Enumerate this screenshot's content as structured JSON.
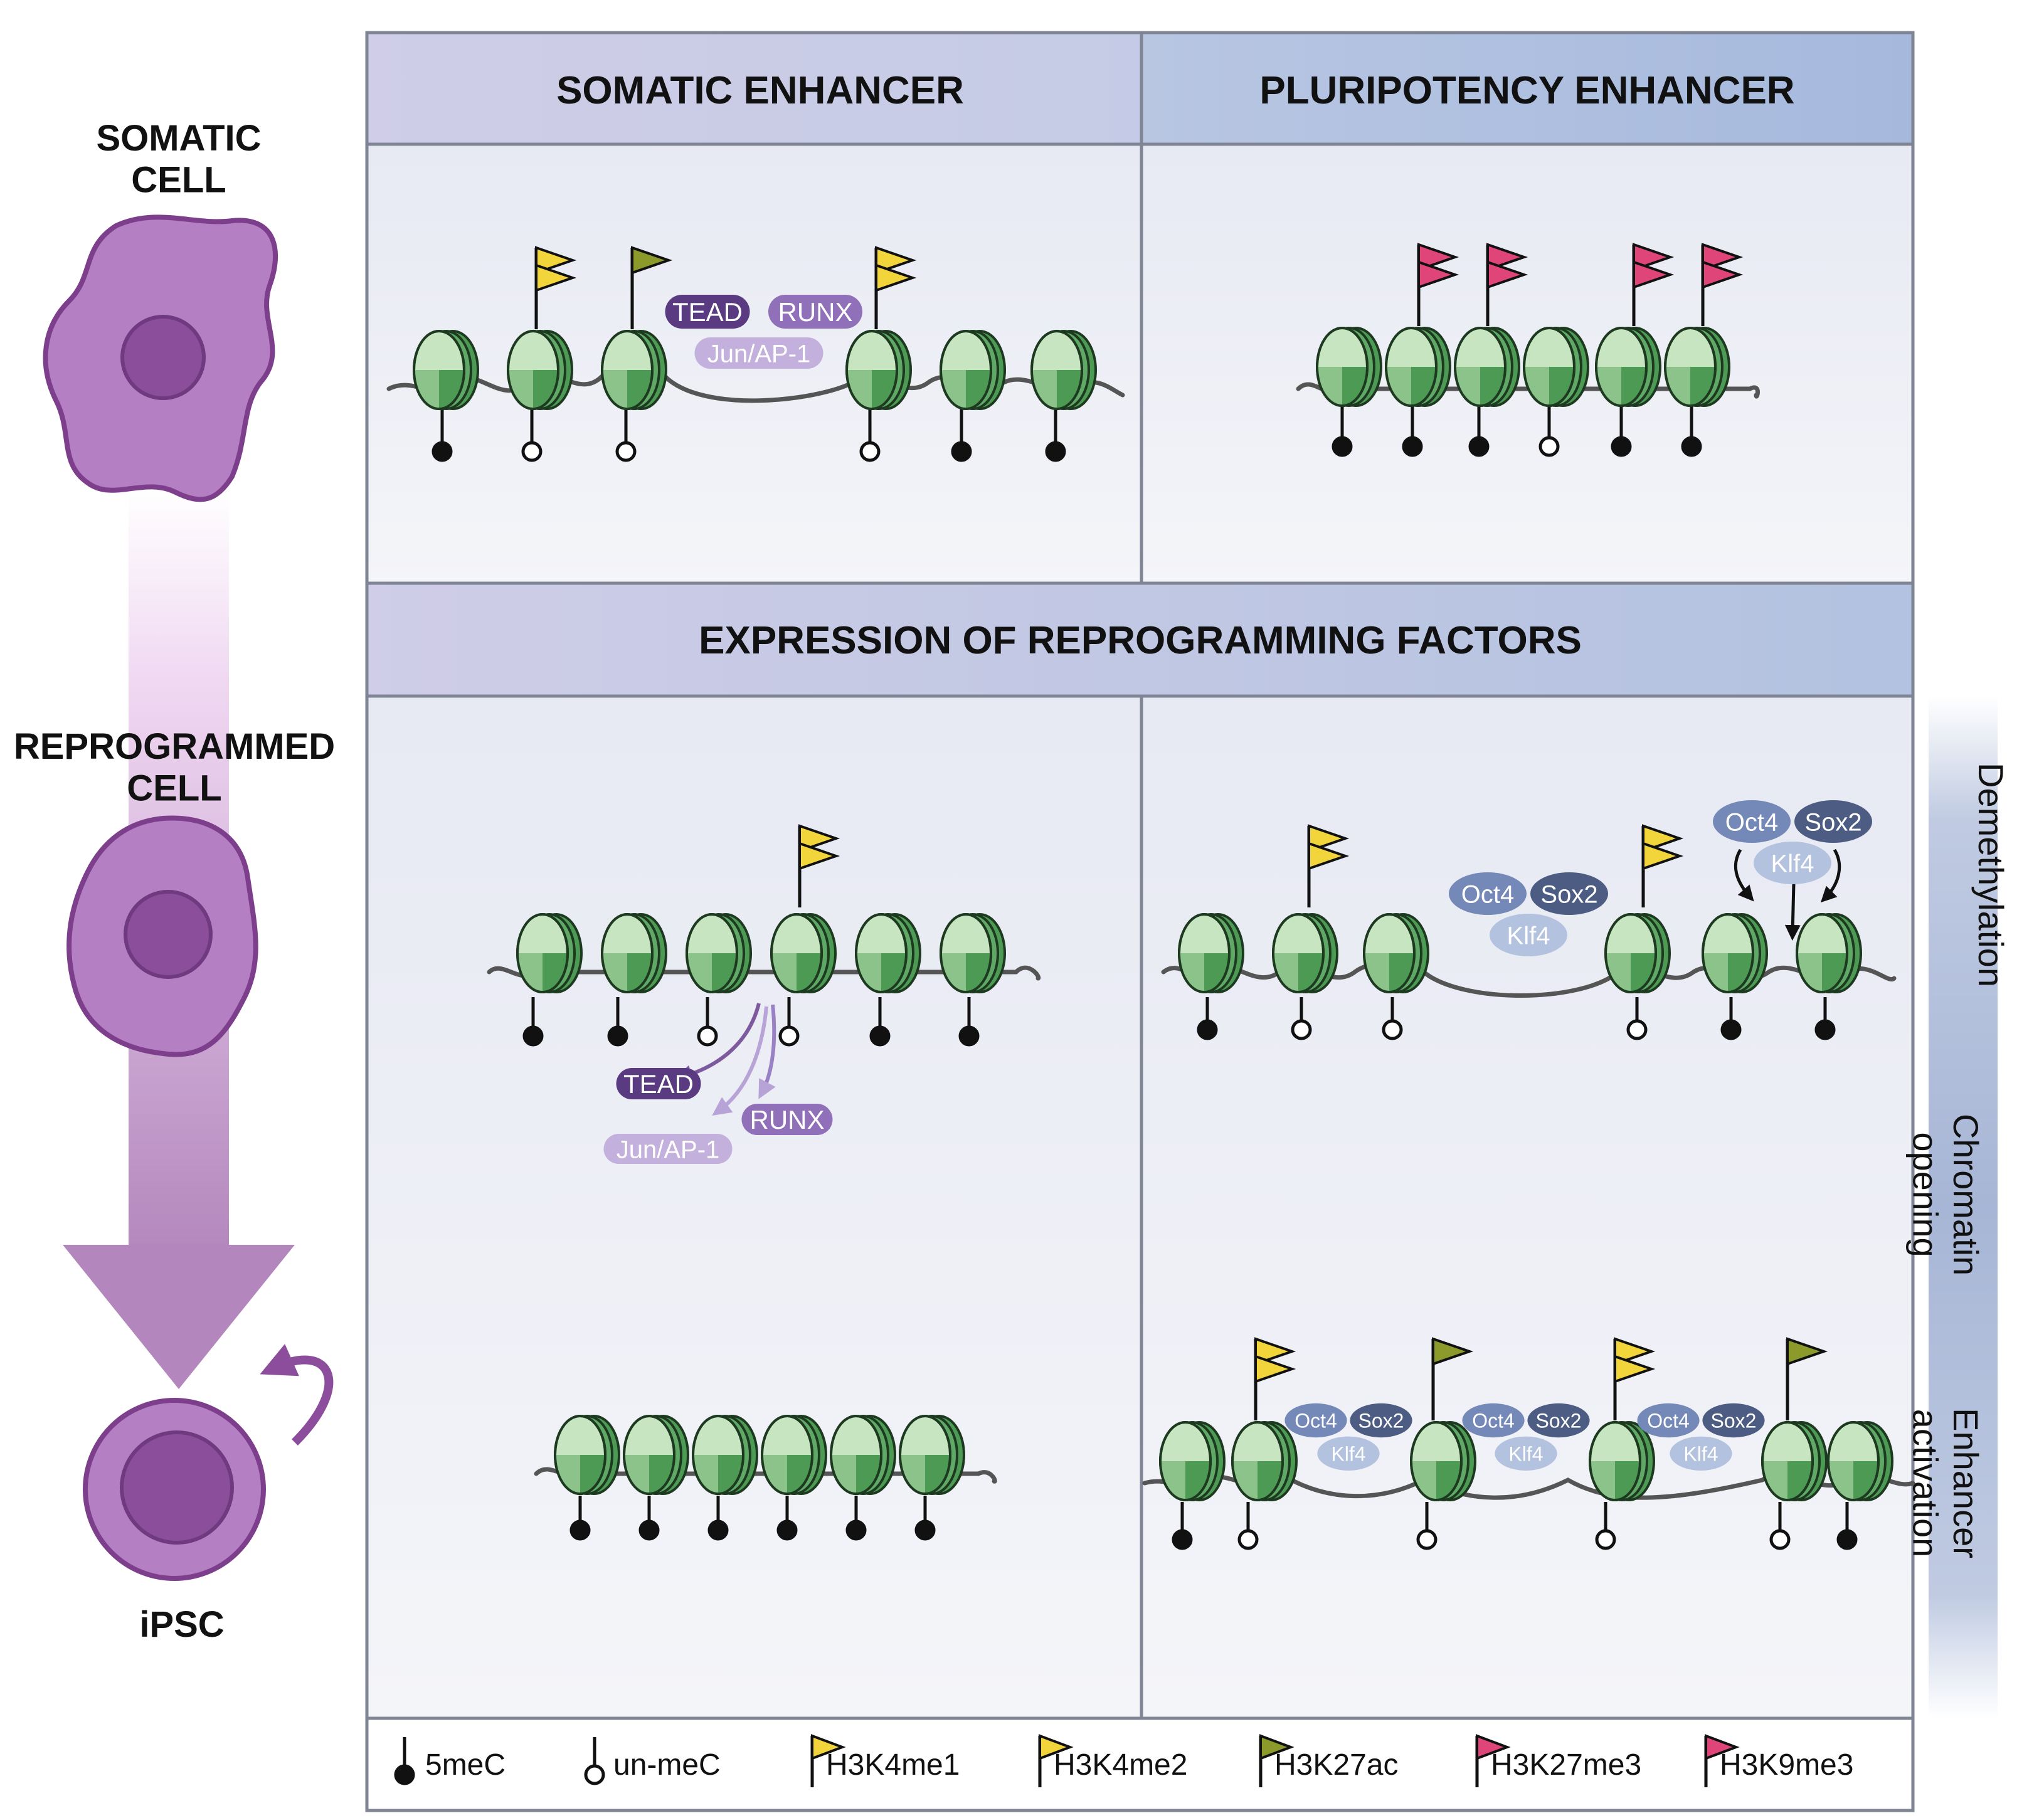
{
  "stages": {
    "somatic": "SOMATIC\nCELL",
    "reprogrammed": "REPROGRAMMED\nCELL",
    "ipsc": "iPSC"
  },
  "headers": {
    "somatic_enhancer": "SOMATIC ENHANCER",
    "pluripotency_enhancer": "PLURIPOTENCY ENHANCER",
    "reprogramming": "EXPRESSION OF REPROGRAMMING FACTORS"
  },
  "side_labels": {
    "demethylation": "Demethylation",
    "chromatin_opening": "Chromatin\nopening",
    "enhancer_activation": "Enhancer\nactivation"
  },
  "factors": {
    "tead": "TEAD",
    "runx": "RUNX",
    "jun": "Jun/AP-1",
    "oct4": "Oct4",
    "sox2": "Sox2",
    "klf4": "Klf4"
  },
  "legend": {
    "me5c": "5meC",
    "unmec": "un-meC",
    "h3k4me1": "H3K4me1",
    "h3k4me2": "H3K4me2",
    "h3k27ac": "H3K27ac",
    "h3k27me3": "H3K27me3",
    "h3k9me3": "H3K9me3"
  },
  "colors": {
    "cell_fill": "#b57fc4",
    "cell_edge": "#7d3f8c",
    "nucleus": "#8b4e9b",
    "nucleosome_light": "#c7e5c0",
    "nucleosome_dark": "#4d9a55",
    "flag_yellow": "#f2d53a",
    "flag_olive": "#8b9a2a",
    "flag_pink": "#e0457a",
    "tead": "#5a3a80",
    "runx": "#9070b8",
    "jun": "#c4b0dc",
    "oct4": "#7489b8",
    "sox2": "#4c5c82",
    "klf4": "#b3c2de"
  }
}
